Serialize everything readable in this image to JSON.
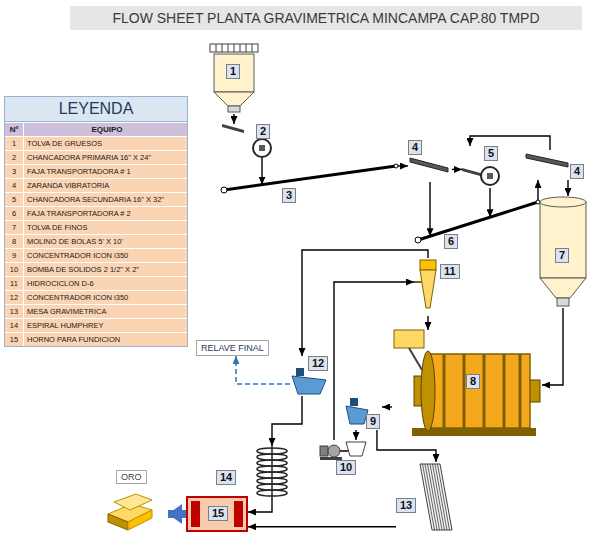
{
  "diagram": {
    "title": "FLOW SHEET PLANTA GRAVIMETRICA MINCAMPA CAP.80 TMPD",
    "nodes": [
      {
        "text": [
          "1"
        ]
      },
      {
        "text": [
          "2"
        ]
      },
      {
        "text": [
          "3"
        ]
      },
      {
        "text": [
          "4"
        ]
      },
      {
        "text": [
          "5"
        ]
      },
      {
        "text": [
          "6"
        ]
      },
      {
        "text": [
          "4"
        ]
      },
      {
        "text": [
          "7"
        ]
      },
      {
        "text": [
          "11"
        ]
      },
      {
        "text": [
          "8"
        ]
      },
      {
        "text": [
          "RELAVE FINAL"
        ]
      },
      {
        "text": [
          "12"
        ]
      },
      {
        "text": [
          "9"
        ]
      },
      {
        "text": [
          "10"
        ]
      },
      {
        "text": [
          "14"
        ]
      },
      {
        "text": [
          "13"
        ]
      },
      {
        "text": [
          "15"
        ]
      },
      {
        "text": [
          "ORO"
        ]
      }
    ],
    "edges": [
      {
        "from": 0,
        "to": 1,
        "arrow": "to"
      },
      {
        "from": 1,
        "to": 2,
        "arrow": "to"
      },
      {
        "from": 2,
        "to": 3,
        "arrow": "to"
      },
      {
        "from": 3,
        "to": 4,
        "arrow": "to"
      },
      {
        "from": 3,
        "to": 5,
        "arrow": "to"
      },
      {
        "from": 4,
        "to": 5,
        "arrow": "to"
      },
      {
        "from": 5,
        "to": 6,
        "arrow": "to"
      },
      {
        "from": 6,
        "to": 7,
        "arrow": "to"
      },
      {
        "from": 6,
        "to": 4,
        "arrow": "to"
      },
      {
        "from": 7,
        "to": 9,
        "arrow": "to"
      },
      {
        "from": 9,
        "to": 12,
        "arrow": "to"
      },
      {
        "from": 12,
        "to": 13,
        "arrow": "to"
      },
      {
        "from": 13,
        "to": 8,
        "arrow": "to"
      },
      {
        "from": 8,
        "to": 9,
        "arrow": "to"
      },
      {
        "from": 8,
        "to": 11,
        "arrow": "to"
      },
      {
        "from": 11,
        "to": 10,
        "arrow": "to"
      },
      {
        "from": 11,
        "to": 14,
        "arrow": "to"
      },
      {
        "from": 12,
        "to": 15,
        "arrow": "to"
      },
      {
        "from": 14,
        "to": 16,
        "arrow": "to"
      },
      {
        "from": 15,
        "to": 16,
        "arrow": "to"
      },
      {
        "from": 16,
        "to": 17,
        "arrow": "to"
      }
    ],
    "labels": [
      "LEYENDA",
      "Nº",
      "EQUIPO",
      "1",
      "2",
      "3",
      "4",
      "5",
      "6",
      "7",
      "8",
      "9",
      "10",
      "11",
      "12",
      "13",
      "14",
      "15"
    ],
    "legend": [
      {
        "text": "TOLVA DE GRUESOS"
      },
      {
        "text": "CHANCADORA PRIMARIA 16\" X 24\""
      },
      {
        "text": "FAJA TRANSPORTADORA # 1"
      },
      {
        "text": "ZARANDA VIBRATORIA"
      },
      {
        "text": "CHANCADORA SECUNDARIA 16\" X 32\""
      },
      {
        "text": "FAJA TRANSPORTADORA # 2"
      },
      {
        "text": "TOLVA DE FINOS"
      },
      {
        "text": "MOLINO DE BOLAS 5' X 10'"
      },
      {
        "text": "CONCENTRADOR ICON i350"
      },
      {
        "text": "BOMBA DE SOLIDOS 2 1/2\" X 2\""
      },
      {
        "text": "HIDROCICLON D-6"
      },
      {
        "text": "CONCENTRADOR ICON i350"
      },
      {
        "text": "MESA GRAVIMETRICA"
      },
      {
        "text": "ESPIRAL HUMPHREY"
      },
      {
        "text": "HORNO PARA FUNDICION"
      }
    ]
  }
}
